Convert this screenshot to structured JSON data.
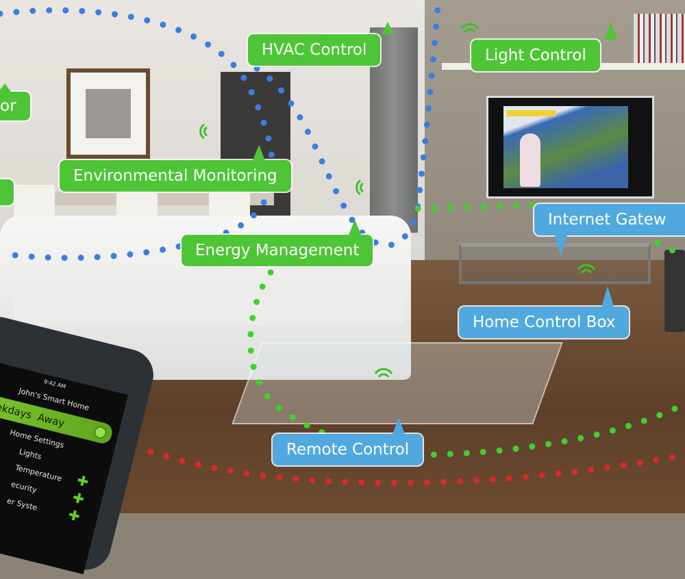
{
  "colors": {
    "label_green": "#4ec536",
    "label_blue": "#50a8df",
    "dots_blue": "#3a7fe0",
    "dots_green": "#3fd22c",
    "dots_red": "#d92a2a"
  },
  "labels": {
    "partial_left_top": "or",
    "hvac": "HVAC Control",
    "light": "Light Control",
    "environmental": "Environmental Monitoring",
    "energy": "Energy Management",
    "internet": "Internet Gatew",
    "home_box": "Home Control Box",
    "remote": "Remote Control"
  },
  "phone": {
    "time": "9:42 AM",
    "title": "John's Smart Home",
    "mode": "Weekdays  Away",
    "menu": [
      "Home Settings",
      "Lights",
      "Temperature",
      "ecurity",
      "er Syste"
    ]
  },
  "icons": [
    "wifi-signal-icon",
    "plus-icon",
    "toggle-dot-icon"
  ]
}
